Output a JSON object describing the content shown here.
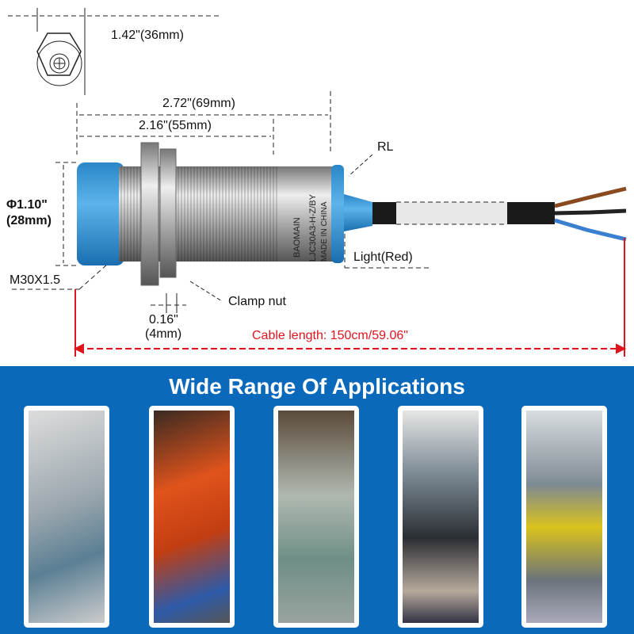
{
  "dimensions": {
    "hex_width": "1.42\"(36mm)",
    "total_length": "2.72\"(69mm)",
    "body_length": "2.16\"(55mm)",
    "diameter_in": "Φ1.10\"",
    "diameter_mm": "(28mm)",
    "thread": "M30X1.5",
    "nut_thickness_in": "0.16\"",
    "nut_thickness_mm": "(4mm)",
    "clamp_nut": "Clamp nut",
    "rl": "RL",
    "light": "Light(Red)",
    "cable": "Cable length: 150cm/59.06\""
  },
  "sensor_print": {
    "brand": "BAOMAIN",
    "model": "LJC30A3-H-Z/BY",
    "origin": "MADE IN CHINA"
  },
  "applications": {
    "title": "Wide Range Of Applications",
    "photos": [
      "automation-cables",
      "robotic-welding",
      "factory-conveyor",
      "cnc-control-panel",
      "car-assembly-robot"
    ]
  },
  "colors": {
    "band": "#0b69bb",
    "cable_dim": "#e0141e",
    "sensor_cap": "#3d9ad6"
  }
}
